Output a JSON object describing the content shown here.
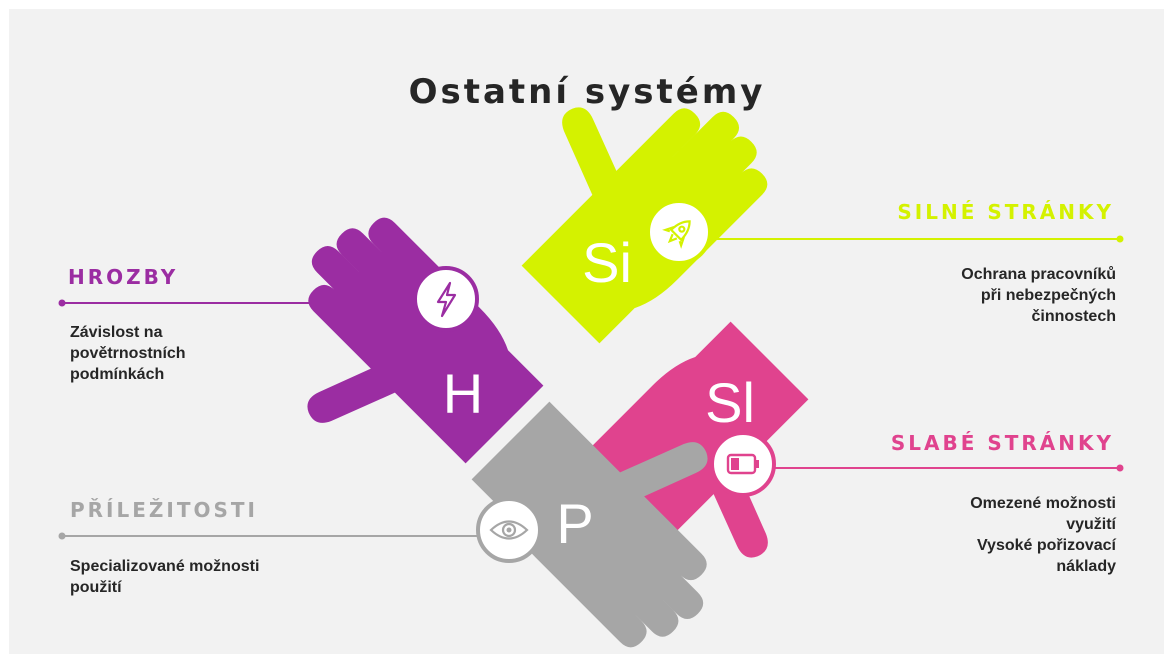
{
  "title": "Ostatní systémy",
  "colors": {
    "silne": "#d4f200",
    "slabe": "#e0438e",
    "prilezitosti": "#a6a6a6",
    "hrozby": "#9b2da2",
    "text": "#262626",
    "background": "#f2f2f2"
  },
  "quadrants": {
    "silne": {
      "heading": "SILNÉ STRÁNKY",
      "letter": "Si",
      "icon": "rocket-icon",
      "lines": [
        "Ochrana pracovníků",
        "při nebezpečných",
        "činnostech"
      ]
    },
    "slabe": {
      "heading": "SLABÉ STRÁNKY",
      "letter": "Sl",
      "icon": "low-battery-icon",
      "lines": [
        "Omezené možnosti",
        "využití",
        "Vysoké pořizovací",
        "náklady"
      ]
    },
    "prilezitosti": {
      "heading": "PŘÍLEŽITOSTI",
      "letter": "P",
      "icon": "eye-icon",
      "lines": [
        "Specializované možnosti",
        "použití"
      ]
    },
    "hrozby": {
      "heading": "HROZBY",
      "letter": "H",
      "icon": "lightning-icon",
      "lines": [
        "Závislost na",
        "povětrnostních",
        "podmínkách"
      ]
    }
  }
}
